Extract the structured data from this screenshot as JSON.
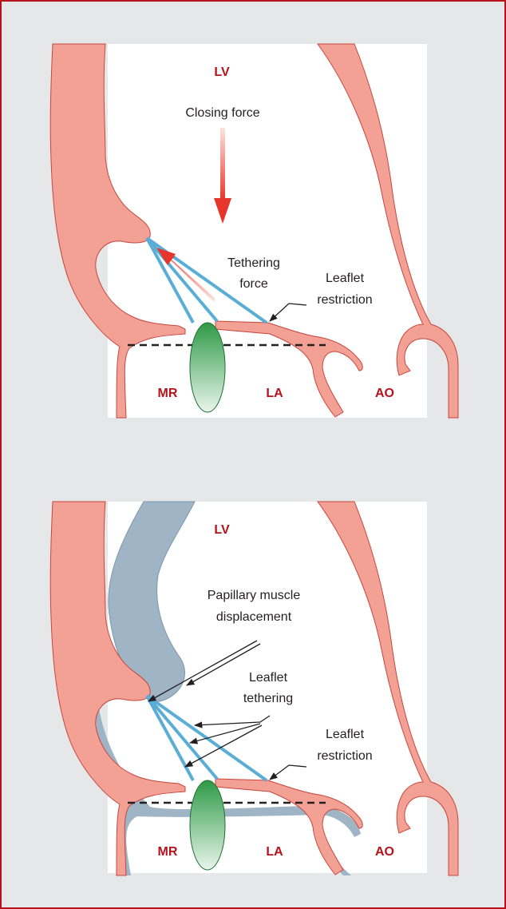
{
  "colors": {
    "frame": "#b5121b",
    "background": "#e6e7e9",
    "muscle": "#f3a195",
    "muscle_edge": "#c6463d",
    "chordae": "#5aaed6",
    "displaced": "#9fb5c5",
    "jet": "#2e9a46",
    "force_arrow": "#e8352b",
    "chamber_label": "#b5121b"
  },
  "top_panel": {
    "lv": "LV",
    "closing_force": "Closing force",
    "tethering_force_line1": "Tethering",
    "tethering_force_line2": "force",
    "leaflet_restriction_line1": "Leaflet",
    "leaflet_restriction_line2": "restriction",
    "mr": "MR",
    "la": "LA",
    "ao": "AO"
  },
  "bottom_panel": {
    "lv": "LV",
    "papillary_line1": "Papillary muscle",
    "papillary_line2": "displacement",
    "leaflet_tethering_line1": "Leaflet",
    "leaflet_tethering_line2": "tethering",
    "leaflet_restriction_line1": "Leaflet",
    "leaflet_restriction_line2": "restriction",
    "mr": "MR",
    "la": "LA",
    "ao": "AO"
  }
}
